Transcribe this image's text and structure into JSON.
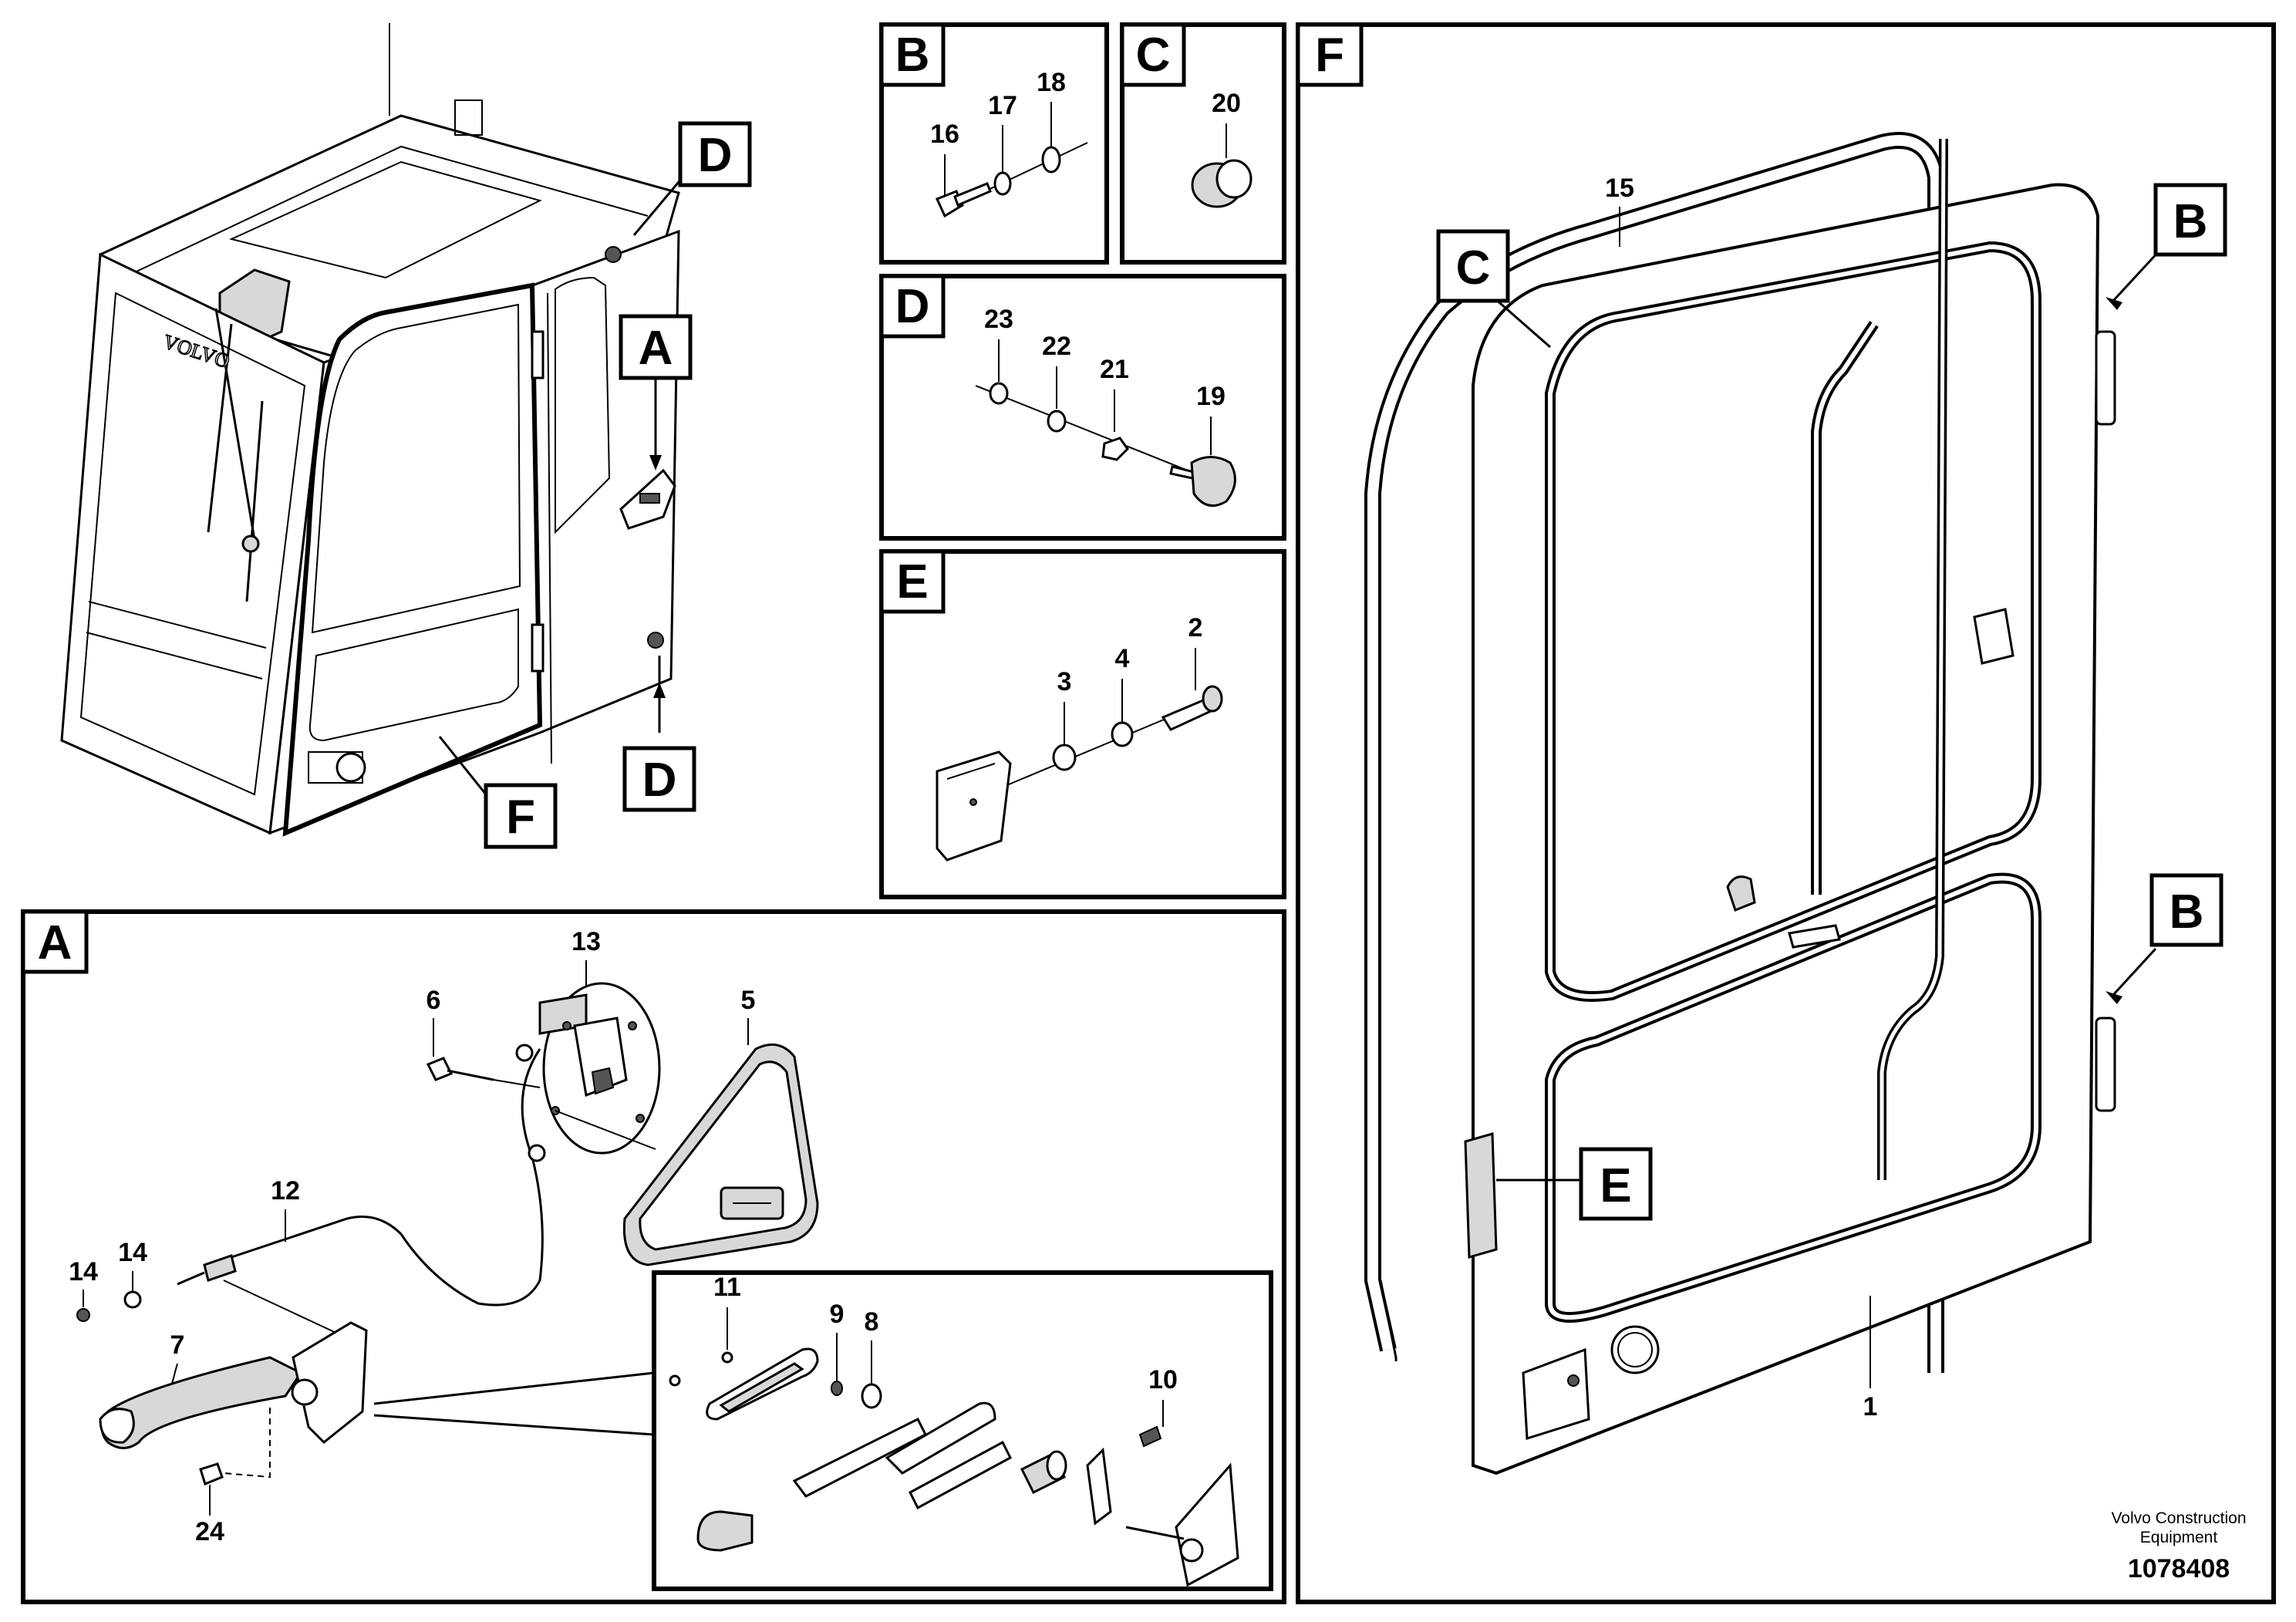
{
  "panels": {
    "A": "A",
    "B": "B",
    "C": "C",
    "D": "D",
    "E": "E",
    "F": "F"
  },
  "cab_callouts": {
    "D_top": "D",
    "A": "A",
    "F": "F",
    "D_bottom": "D"
  },
  "door_callouts": {
    "C": "C",
    "B_top": "B",
    "B_bottom": "B",
    "E": "E"
  },
  "part_numbers": {
    "p1": "1",
    "p2": "2",
    "p3": "3",
    "p4": "4",
    "p5": "5",
    "p6": "6",
    "p7": "7",
    "p8": "8",
    "p9": "9",
    "p10": "10",
    "p11": "11",
    "p12": "12",
    "p13": "13",
    "p14a": "14",
    "p14b": "14",
    "p15": "15",
    "p16": "16",
    "p17": "17",
    "p18": "18",
    "p19": "19",
    "p20": "20",
    "p21": "21",
    "p22": "22",
    "p23": "23",
    "p24": "24"
  },
  "footer": {
    "company_line1": "Volvo Construction",
    "company_line2": "Equipment",
    "drawing_number": "1078408"
  }
}
